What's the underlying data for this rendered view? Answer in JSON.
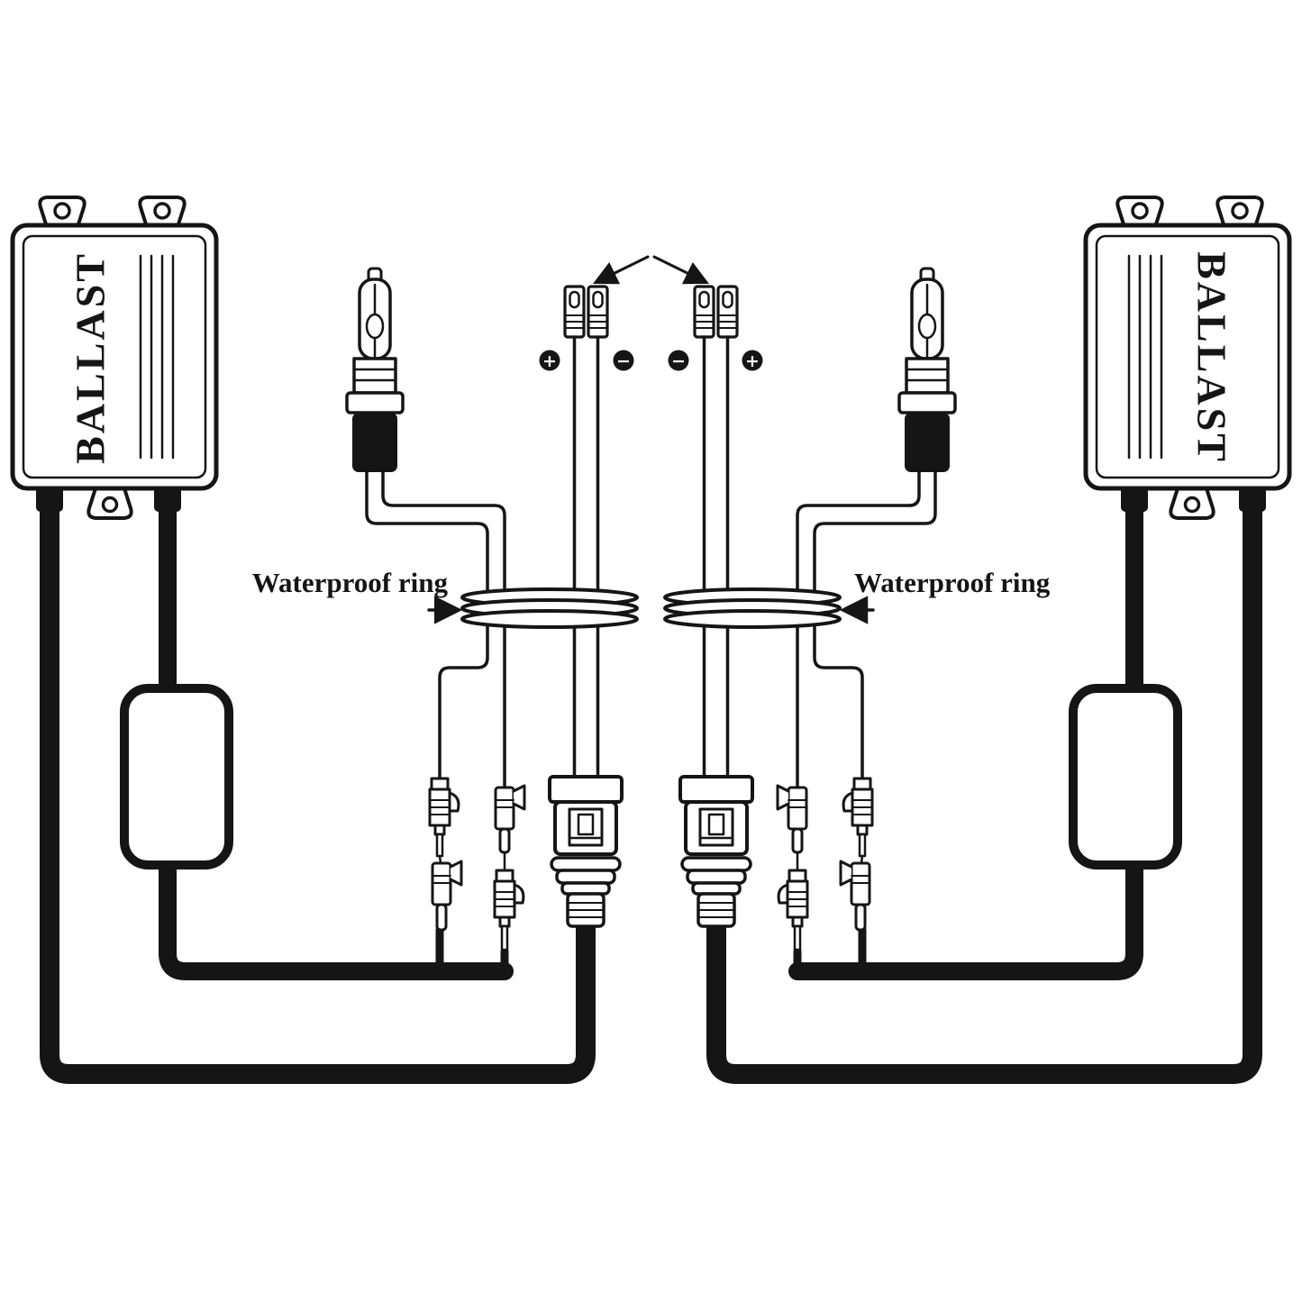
{
  "diagram": {
    "labels": {
      "ballast_left": "BALLAST",
      "ballast_right": "BALLAST",
      "waterproof_ring_left": "Waterproof ring",
      "waterproof_ring_right": "Waterproof ring"
    },
    "terminals": {
      "left_pair": [
        "+",
        "−"
      ],
      "right_pair": [
        "−",
        "+"
      ]
    },
    "colors": {
      "line": "#151515",
      "background": "#ffffff"
    }
  }
}
